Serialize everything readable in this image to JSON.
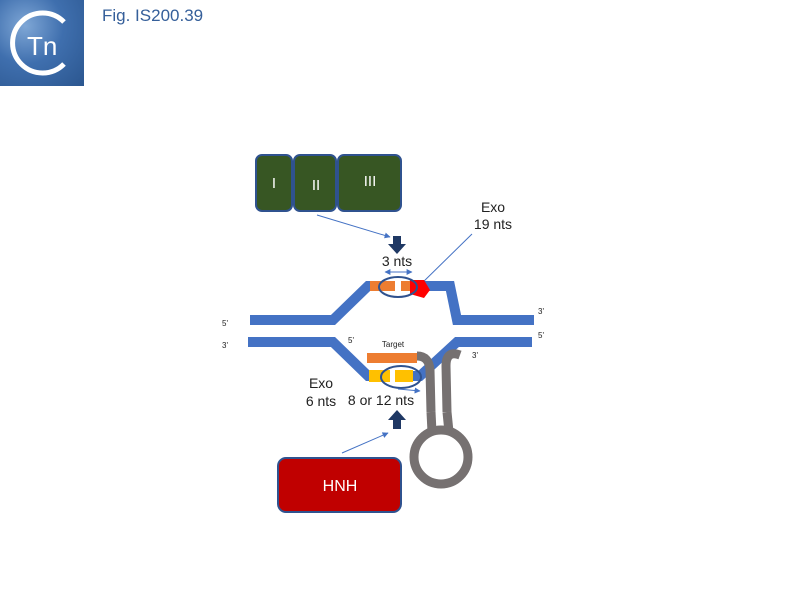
{
  "figure_label": "Fig. IS200.39",
  "logo_text": "Tn",
  "domains": {
    "d1": "I",
    "d2": "II",
    "d3": "III",
    "hnh": "HNH"
  },
  "labels": {
    "exo_top_line1": "Exo",
    "exo_top_line2": "19 nts",
    "three_nts": "3 nts",
    "target": "Target",
    "exo_bottom_line1": "Exo",
    "exo_bottom_line2": "6 nts",
    "eight_or_twelve": "8 or 12 nts"
  },
  "ends": {
    "top_left": "5'",
    "top_right": "3'",
    "bottom_left": "3'",
    "bottom_right": "5'",
    "inner_left": "5'",
    "inner_right": "3'"
  },
  "colors": {
    "dna": "#4472c4",
    "domain_green": "#375623",
    "domain_border": "#2f528f",
    "hnh_red": "#c00000",
    "orange": "#ed7d31",
    "yellow": "#ffc000",
    "red_arrow": "#ff0000",
    "rna_grey": "#767171",
    "dark_arrow": "#1f3864"
  }
}
